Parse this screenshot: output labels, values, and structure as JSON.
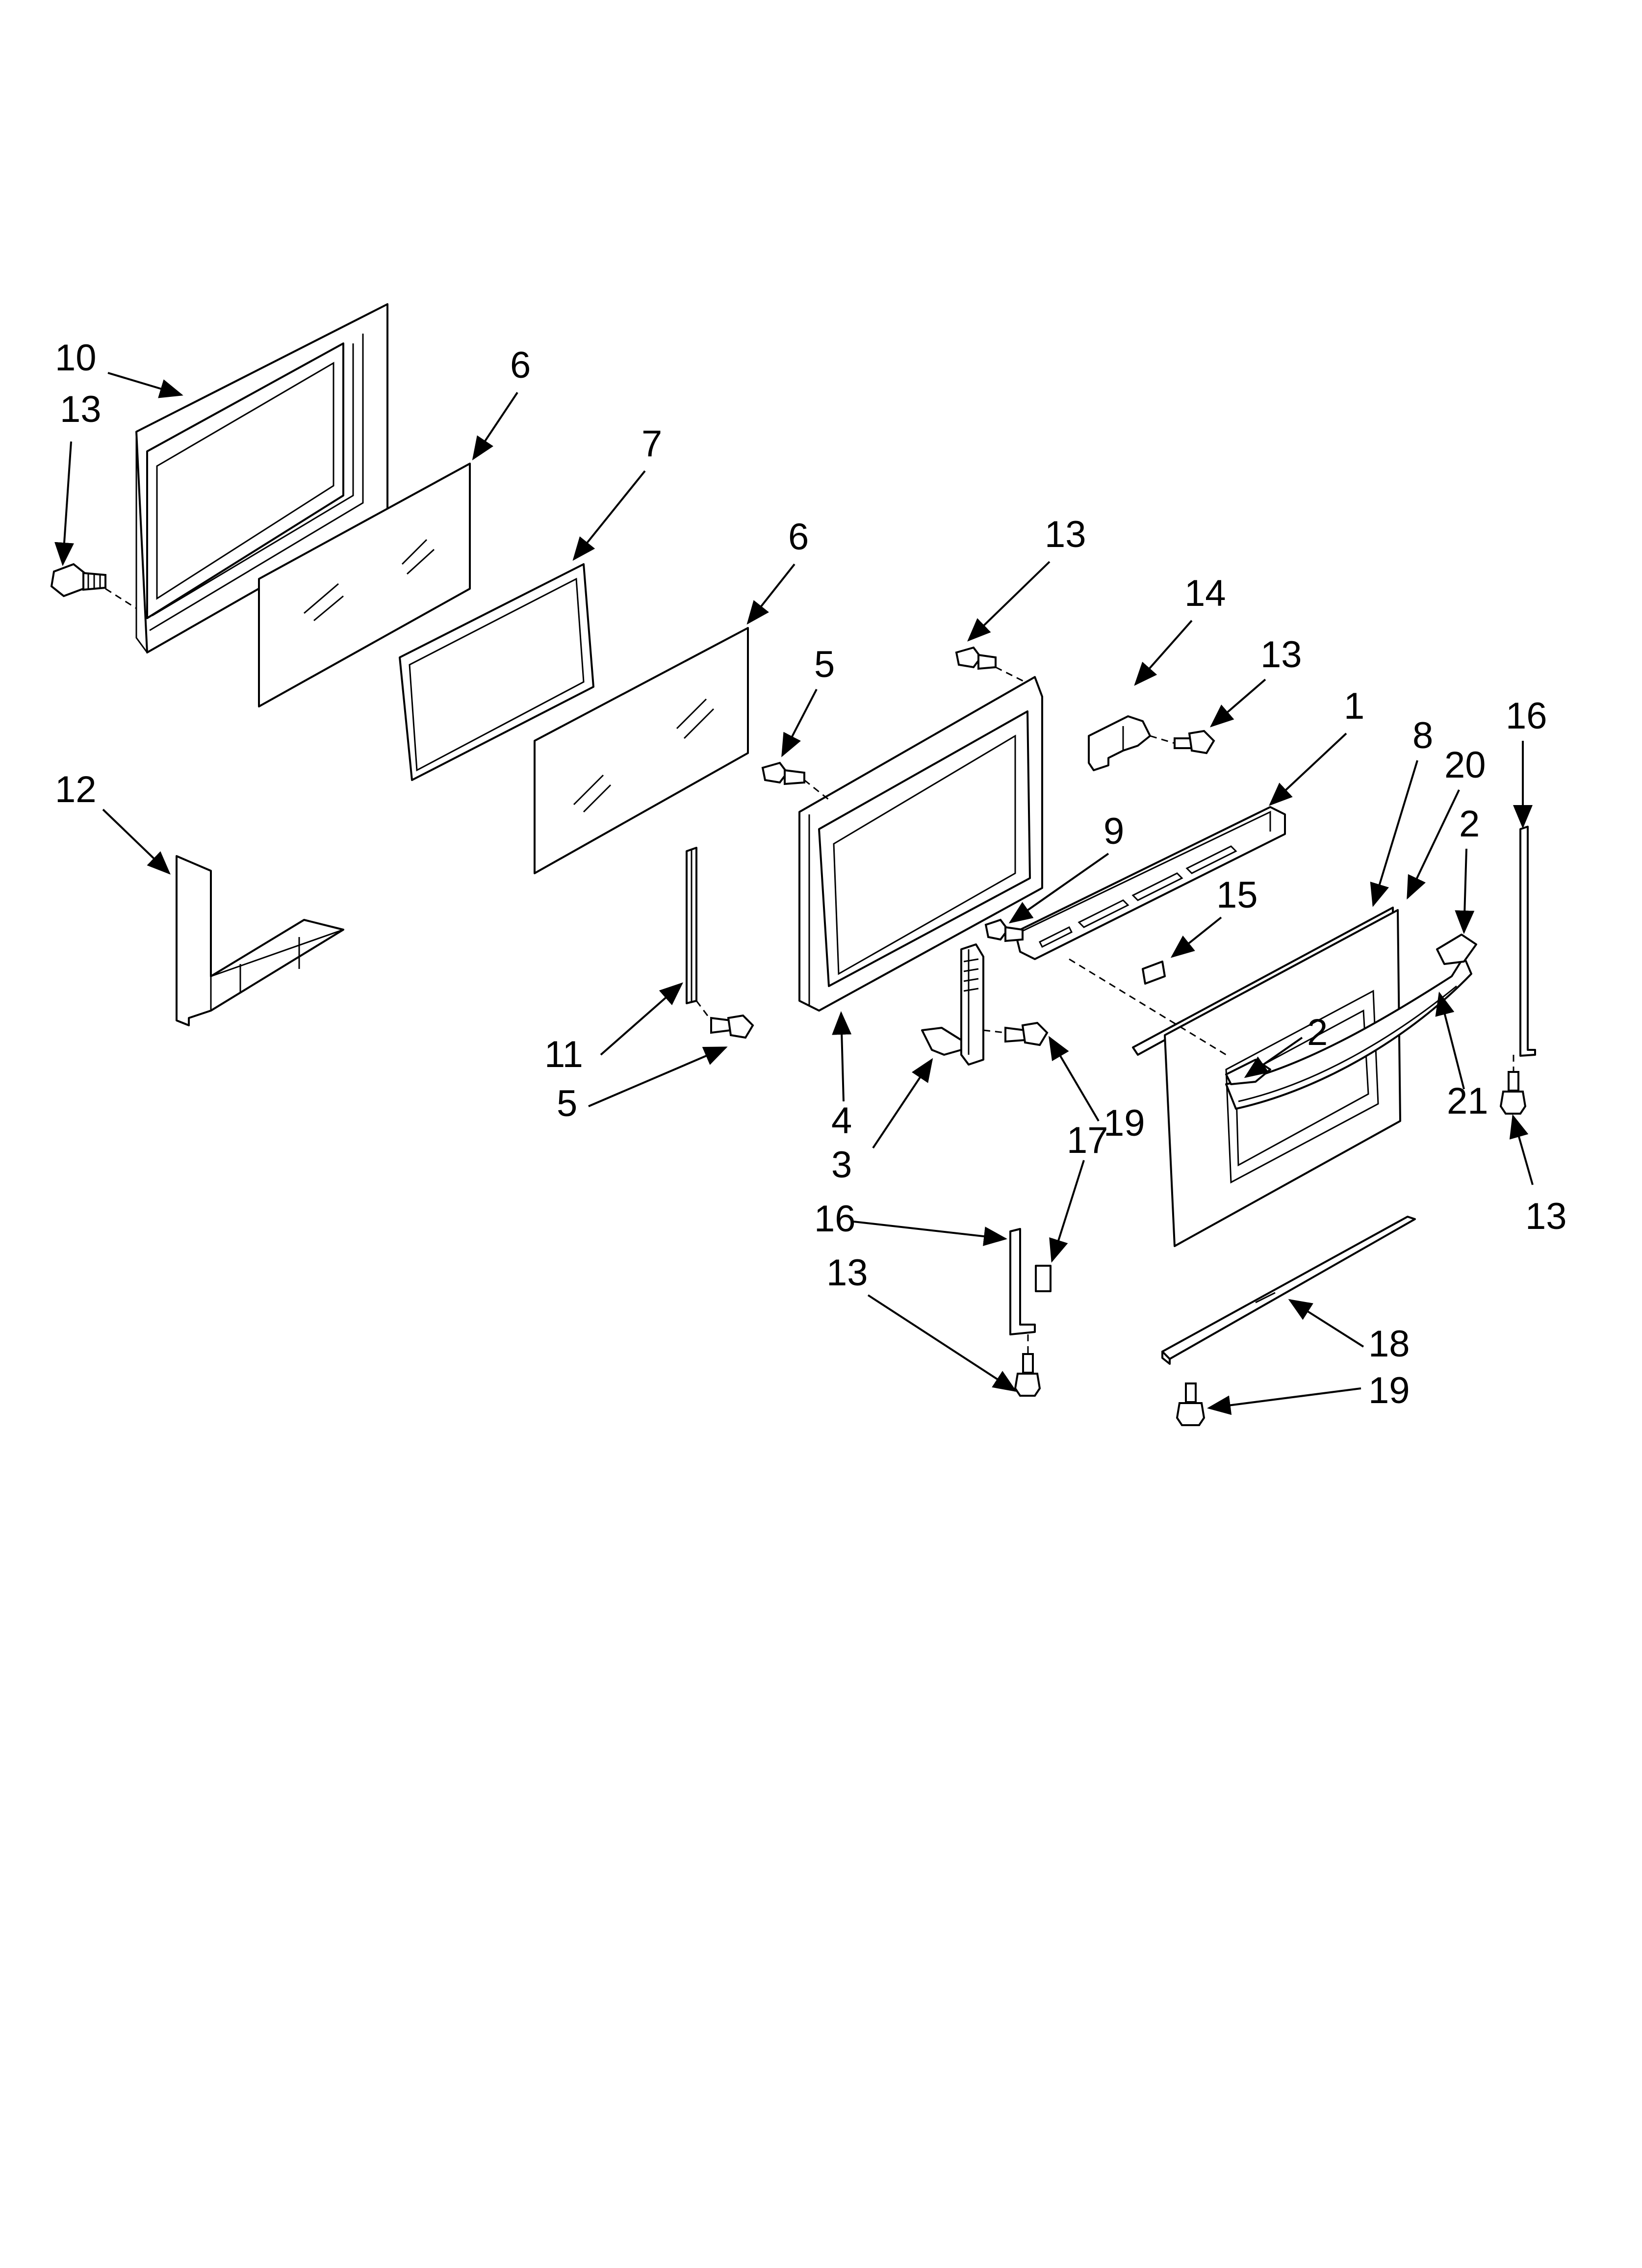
{
  "callouts": [
    "10",
    "13",
    "6",
    "7",
    "6",
    "13",
    "5",
    "14",
    "13",
    "1",
    "16",
    "8",
    "20",
    "2",
    "12",
    "9",
    "15",
    "11",
    "5",
    "4",
    "3",
    "19",
    "2",
    "21",
    "13",
    "17",
    "16",
    "13",
    "18",
    "19"
  ]
}
